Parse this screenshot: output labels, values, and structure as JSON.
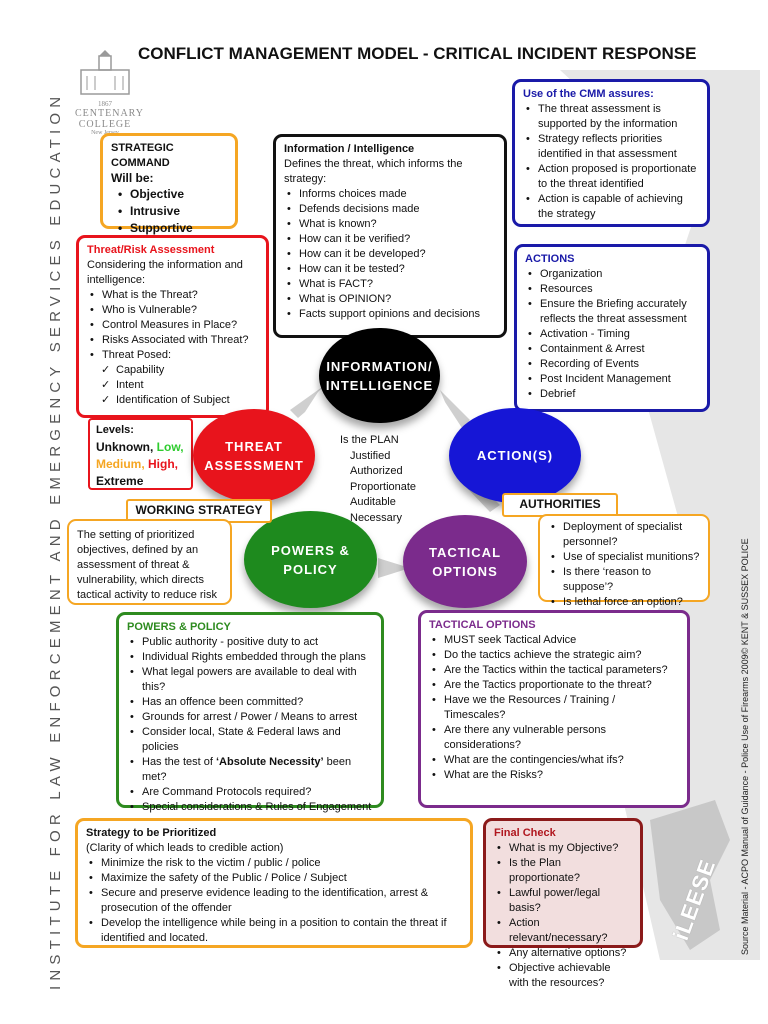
{
  "title": "CONFLICT MANAGEMENT MODEL - CRITICAL INCIDENT RESPONSE",
  "side_text_left": "INSTITUTE FOR LAW ENFORCEMENT AND EMERGENCY SERVICES EDUCATION",
  "side_text_right": "Source Material - ACPO Manual of Guidance - Police Use of Firearms 2009© KENT & SUSSEX POLICE",
  "logo": {
    "line1": "1867",
    "line2": "CENTENARY",
    "line3": "COLLEGE",
    "line4": "New Jersey"
  },
  "strategic_command": {
    "heading": "STRATEGIC COMMAND",
    "sub": "Will be:",
    "items": [
      "Objective",
      "Intrusive",
      "Supportive"
    ]
  },
  "info_intel_box": {
    "heading": "Information / Intelligence",
    "intro": "Defines the threat, which informs the strategy:",
    "items": [
      "Informs choices made",
      "Defends decisions made",
      "What is known?",
      "How can it be verified?",
      "How can it be developed?",
      "How can it be tested?",
      "What is FACT?",
      "What is OPINION?",
      "Facts support opinions and decisions"
    ]
  },
  "cmm_box": {
    "heading": "Use of the CMM assures:",
    "items": [
      "The threat assessment is supported by the information",
      "Strategy reflects priorities identified in that assessment",
      "Action proposed is proportionate to the threat identified",
      "Action is capable of achieving the strategy"
    ]
  },
  "threat_box": {
    "heading": "Threat/Risk Assessment",
    "intro": "Considering the information and intelligence:",
    "items": [
      "What is the Threat?",
      "Who is Vulnerable?",
      "Control Measures in Place?",
      "Risks Associated with Threat?",
      "Threat Posed:"
    ],
    "checks": [
      "Capability",
      "Intent",
      "Identification of Subject"
    ]
  },
  "actions_box": {
    "heading": "ACTIONS",
    "items": [
      "Organization",
      "Resources",
      "Ensure the Briefing accurately reflects the threat assessment",
      "Activation - Timing",
      "Containment & Arrest",
      "Recording of Events",
      "Post Incident Management",
      "Debrief"
    ]
  },
  "levels": {
    "heading": "Levels:",
    "unknown": "Unknown,",
    "low": "Low,",
    "medium": "Medium,",
    "high": "High,",
    "extreme": "Extreme"
  },
  "circles": {
    "info": "INFORMATION/ INTELLIGENCE",
    "threat": "THREAT ASSESSMENT",
    "actions": "ACTION(S)",
    "powers": "POWERS & POLICY",
    "tactical": "TACTICAL OPTIONS"
  },
  "plan": {
    "heading": "Is the PLAN",
    "items": [
      "Justified",
      "Authorized",
      "Proportionate",
      "Auditable",
      "Necessary"
    ]
  },
  "working_strategy": {
    "label": "WORKING STRATEGY",
    "text": "The setting of prioritized objectives, defined by an assessment of threat & vulnerability, which directs tactical activity to reduce risk"
  },
  "authorities": {
    "label": "AUTHORITIES",
    "items": [
      "Deployment of specialist personnel?",
      "Use of specialist munitions?",
      "Is there ‘reason to suppose’?",
      "Is lethal force an option?"
    ]
  },
  "powers_box": {
    "heading": "POWERS & POLICY",
    "items": [
      "Public authority - positive duty to act",
      "Individual Rights embedded through the plans",
      "What legal powers are available to deal with this?",
      "Has an offence been committed?",
      "Grounds for arrest / Power / Means to arrest",
      "Consider local, State & Federal laws and policies"
    ],
    "test_before": "Has the test of ",
    "test_bold": "‘Absolute Necessity’",
    "test_after": " been met?",
    "items2": [
      "Are Command Protocols required?",
      "Special considerations & Rules of Engagement"
    ]
  },
  "tactical_box": {
    "heading": "TACTICAL OPTIONS",
    "items": [
      "MUST seek Tactical Advice",
      "Do the tactics achieve the strategic aim?",
      "Are the Tactics within the tactical parameters?",
      "Are the Tactics proportionate to the threat?",
      "Have we the Resources / Training / Timescales?",
      "Are there any vulnerable persons considerations?",
      "What are the contingencies/what ifs?",
      "What are the Risks?"
    ]
  },
  "strategy_box": {
    "heading": "Strategy to be Prioritized",
    "sub": "(Clarity of which leads to credible action)",
    "items": [
      "Minimize the risk to the victim / public / police",
      "Maximize the safety of the Public / Police / Subject",
      "Secure and preserve evidence leading to the identification, arrest & prosecution of the offender",
      "Develop the intelligence while being in a position to contain the threat if identified and located."
    ]
  },
  "final_check": {
    "heading": "Final Check",
    "items": [
      "What is my Objective?",
      "Is the Plan proportionate?",
      "Lawful power/legal basis?",
      "Action relevant/necessary?",
      "Any alternative options?",
      "Objective achievable with the resources?"
    ]
  },
  "watermark": "iLEESE",
  "colors": {
    "orange": "#f5a623",
    "red": "#e8141c",
    "blue": "#1a1aa8",
    "green": "#2e8b1f",
    "purple": "#7b2b8c",
    "black": "#111111"
  }
}
